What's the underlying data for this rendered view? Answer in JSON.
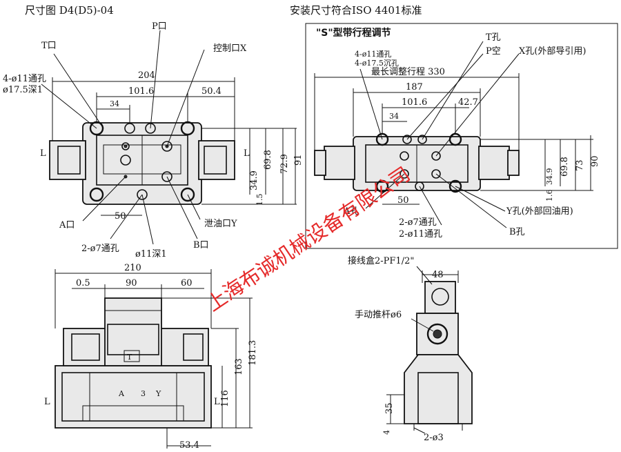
{
  "titles": {
    "main": "尺寸图 D4(D5)-04",
    "install": "安装尺寸符合ISO 4401标准",
    "s_type": "\"S\"型带行程调节"
  },
  "top_left": {
    "port_T": "T口",
    "port_P": "P口",
    "port_X": "控制口X",
    "holes": "4-ø11通孔",
    "counterbore": "ø17.5深1",
    "port_A": "A口",
    "holes2": "2-ø7通孔",
    "blind": "ø11深1",
    "port_B": "B口",
    "port_Y": "泄油口Y",
    "dim_204": "204",
    "dim_101_6": "101.6",
    "dim_50_4": "50.4",
    "dim_34": "34",
    "dim_50": "50",
    "dim_34_9": "34.9",
    "dim_69_8": "69.8",
    "dim_72_9": "72.9",
    "dim_91": "91",
    "dim_1_5": "1.5",
    "L_left": "L",
    "L_right": "L"
  },
  "top_right": {
    "hole_T": "T孔",
    "p_void": "P空",
    "hole_X": "X孔(外部导引用)",
    "holes_4_11": "4-ø11通孔",
    "holes_4_17": "4-ø17.5沉孔",
    "max_stroke": "最长调整行程 330",
    "dim_187": "187",
    "dim_101_6": "101.6",
    "dim_42_7": "42.7",
    "dim_34": "34",
    "dim_50": "50",
    "dim_34_9": "34.9",
    "dim_69_8": "69.8",
    "dim_73": "73",
    "dim_90": "90",
    "dim_1_6": "1.6",
    "hole_A": "A孔",
    "hole_Y": "Y孔(外部回油用)",
    "holes_2_7": "2-ø7通孔",
    "holes_2_11": "2-ø11通孔",
    "hole_B": "B孔"
  },
  "bottom_left": {
    "dim_210": "210",
    "dim_0_5": "0.5",
    "dim_90": "90",
    "dim_60": "60",
    "dim_116": "116",
    "dim_163": "163",
    "dim_181_3": "181.3",
    "dim_53_4": "53.4",
    "L_left": "L",
    "L_right": "L",
    "body_A": "A",
    "body_3": "3",
    "body_Y": "Y"
  },
  "bottom_right": {
    "junction_box": "接线盒2-PF1/2\"",
    "dim_48": "48",
    "manual_pin": "手动推杆ø6",
    "dim_35": "35",
    "dim_4": "4",
    "pins": "2-ø3"
  },
  "watermark": "上海布诚机械设备有限公司"
}
